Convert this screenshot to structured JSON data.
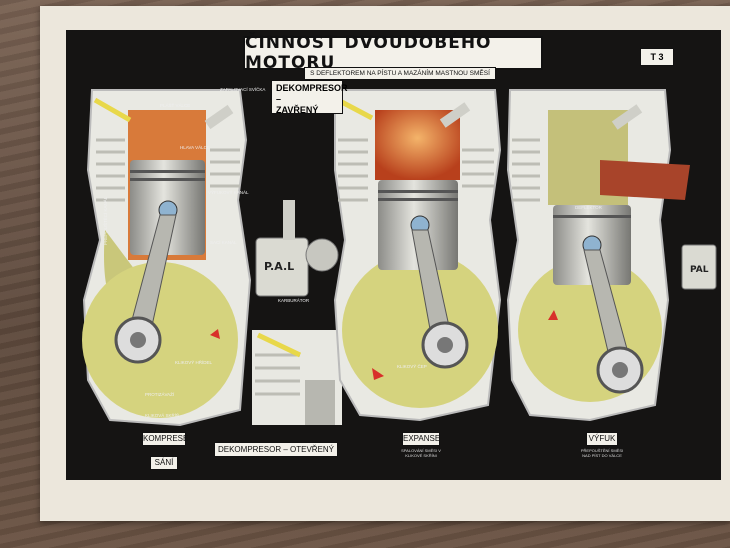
{
  "poster": {
    "title": "ČINNOST DVOUDOBÉHO MOTORU",
    "subtitle": "S DEFLEKTOREM NA PÍSTU A MAZÁNÍM MASTNOU SMĚSÍ",
    "code": "T 3",
    "decompressor_closed": [
      "DEKOMPRESOR –",
      "ZAVŘENÝ"
    ],
    "decompressor_open": "DEKOMPRESOR – OTEVŘENÝ",
    "stages": [
      {
        "label_top": "KOMPRESE",
        "label_bottom": "SÁNÍ"
      },
      {
        "label_top": "EXPANSE",
        "note": "SPALOVÁNÍ SMĚSI V KLIKOVÉ SKŘÍNI"
      },
      {
        "label_top": "VÝFUK",
        "note": "PŘEPOUŠTĚNÍ SMĚSI NAD PÍST DO VÁLCE"
      }
    ],
    "carb_text": "P.A.L",
    "small_labels": [
      "PLÁŠŤ VÁLCE",
      "ZAPALOVACÍ SVÍČKA",
      "HLAVA VÁLCE",
      "VÝFUKOVÝ KANÁL",
      "SACÍ KANÁL",
      "KARBURÁTOR",
      "PŘEPOUŠTĚCÍ KANÁL",
      "KLIKOVÁ SKŘÍŇ",
      "PROTIZÁVAŽÍ",
      "KLIKOVÝ HŘÍDEL",
      "DEFLEKTOR",
      "KLIKOVÝ ČEP"
    ]
  }
}
